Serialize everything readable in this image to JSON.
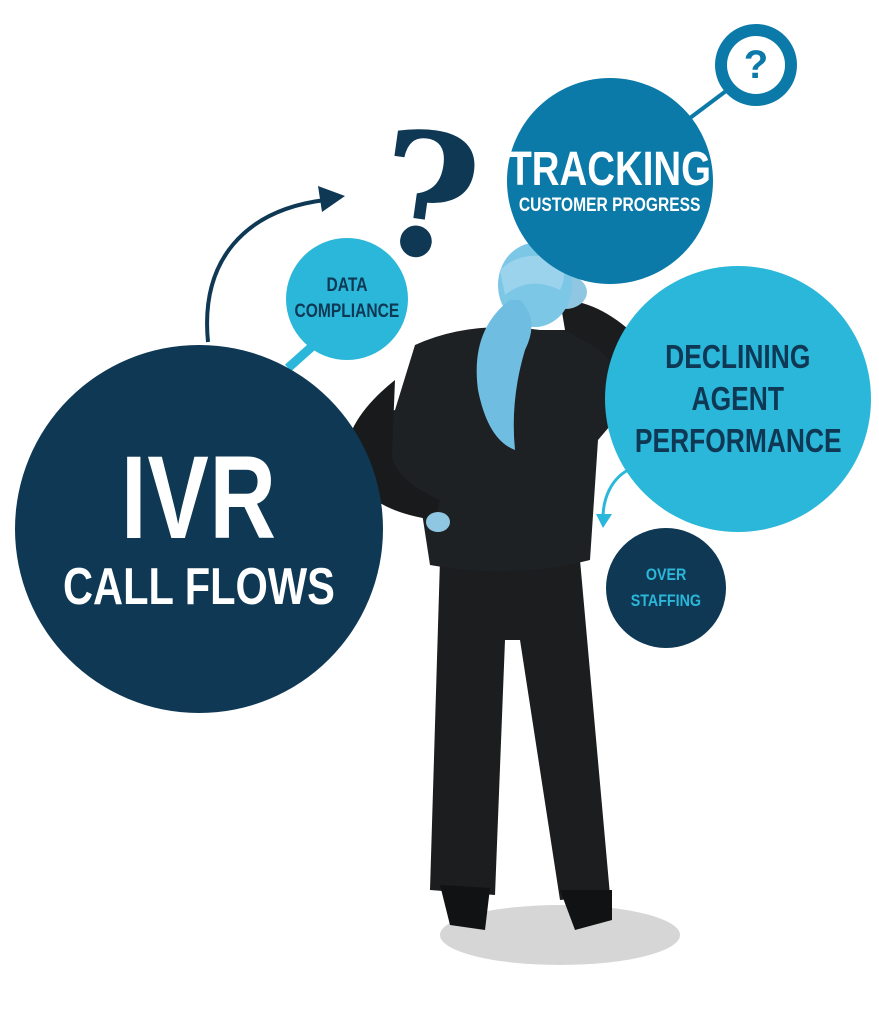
{
  "bubbles": {
    "ivr": {
      "line1": "IVR",
      "line2": "CALL FLOWS"
    },
    "data_compliance": {
      "line1": "DATA",
      "line2": "COMPLIANCE"
    },
    "tracking": {
      "line1": "TRACKING",
      "line2": "CUSTOMER PROGRESS"
    },
    "declining": {
      "line1": "DECLINING",
      "line2": "AGENT",
      "line3": "PERFORMANCE"
    },
    "over_staffing": {
      "line1": "OVER",
      "line2": "STAFFING"
    },
    "question": {
      "glyph": "?"
    }
  },
  "big_question": "?",
  "colors": {
    "navy": "#0e3854",
    "teal": "#0b7aa8",
    "cyan": "#2bb7d9",
    "suit": "#1b1d1f",
    "hair": "#7cc6e6"
  },
  "figure": {
    "description_icon": "businesswoman-back-view"
  }
}
